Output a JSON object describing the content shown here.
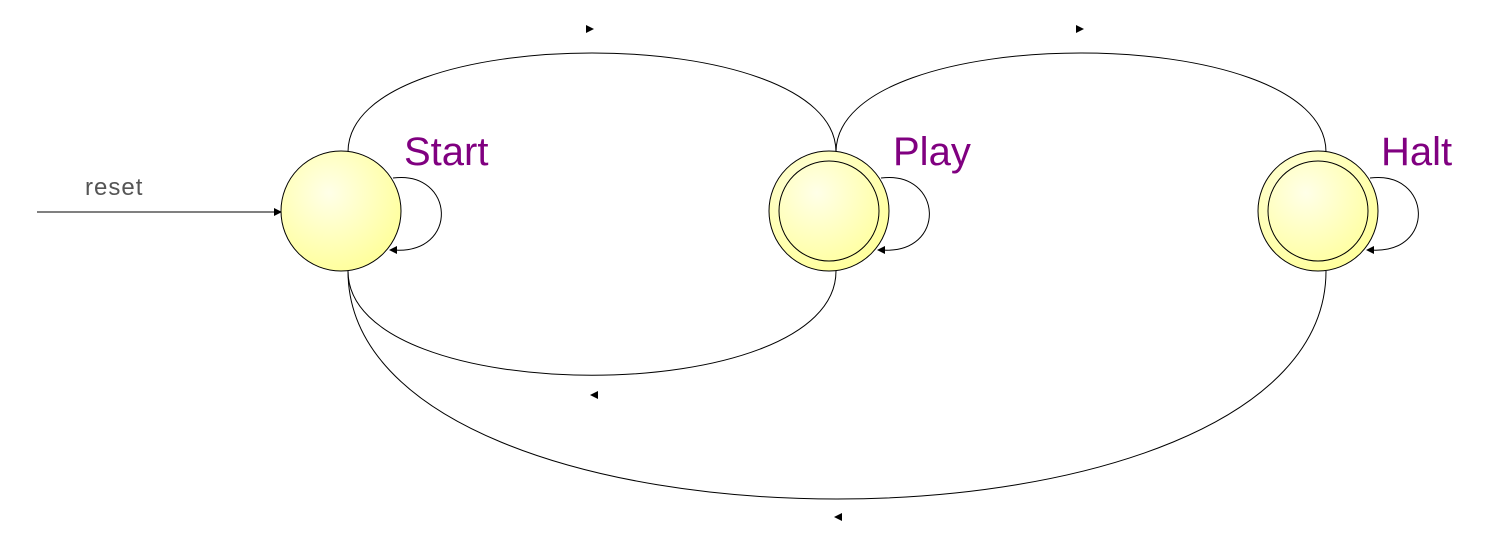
{
  "diagram": {
    "type": "state-machine",
    "colors": {
      "state_fill": "#ffff99",
      "state_stroke": "#000000",
      "label": "#800080",
      "reset_label": "#555555",
      "edge": "#000000"
    },
    "reset_label": "reset",
    "states": [
      {
        "id": "start",
        "label": "Start",
        "final": false,
        "initial": true
      },
      {
        "id": "play",
        "label": "Play",
        "final": true,
        "initial": false
      },
      {
        "id": "halt",
        "label": "Halt",
        "final": true,
        "initial": false
      }
    ],
    "transitions": [
      {
        "from": "start",
        "to": "start"
      },
      {
        "from": "start",
        "to": "play"
      },
      {
        "from": "play",
        "to": "start"
      },
      {
        "from": "play",
        "to": "play"
      },
      {
        "from": "play",
        "to": "halt"
      },
      {
        "from": "halt",
        "to": "halt"
      },
      {
        "from": "halt",
        "to": "start"
      }
    ]
  }
}
